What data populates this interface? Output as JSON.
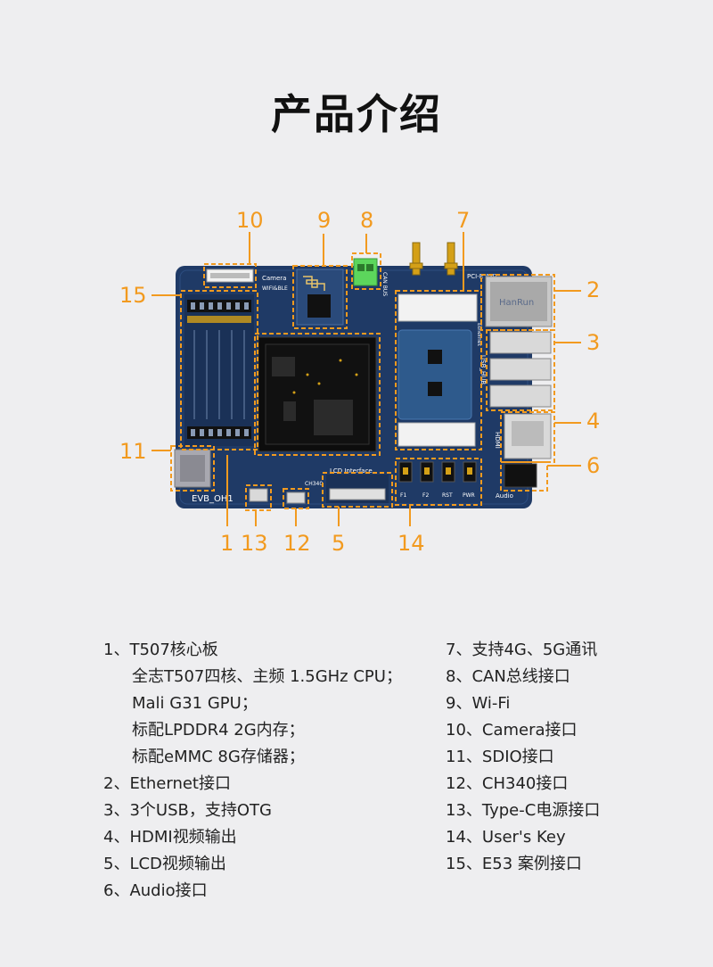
{
  "title": "产品介绍",
  "callouts": [
    {
      "num": "10"
    },
    {
      "num": "9"
    },
    {
      "num": "8"
    },
    {
      "num": "7"
    },
    {
      "num": "15"
    },
    {
      "num": "2"
    },
    {
      "num": "3"
    },
    {
      "num": "4"
    },
    {
      "num": "11"
    },
    {
      "num": "6"
    },
    {
      "num": "1"
    },
    {
      "num": "13"
    },
    {
      "num": "12"
    },
    {
      "num": "5"
    },
    {
      "num": "14"
    }
  ],
  "board": {
    "model": "EVB_OH1",
    "labels": {
      "camera": "Camera",
      "wifi": "WIFI&BLE",
      "can_bus": "CAN BUS",
      "pcie_ant": "PCI-E ANT",
      "ethernet": "Ethernet",
      "usb_hub": "USB_HUB",
      "hdmi": "HDMI",
      "lcd": "LCD Interface",
      "audio": "Audio",
      "f1": "F1",
      "f2": "F2",
      "rst": "RST",
      "pwr": "PWR",
      "hanrun": "HanRun",
      "ch340": "CH340"
    }
  },
  "features_left": [
    {
      "index": "1、",
      "text": "T507核心板"
    },
    {
      "index": "",
      "text": "全志T507四核、主频 1.5GHz CPU；"
    },
    {
      "index": "",
      "text": "Mali G31 GPU；"
    },
    {
      "index": "",
      "text": "标配LPDDR4 2G内存；"
    },
    {
      "index": "",
      "text": "标配eMMC 8G存储器；"
    },
    {
      "index": "2、",
      "text": "Ethernet接口"
    },
    {
      "index": "3、",
      "text": "3个USB，支持OTG"
    },
    {
      "index": "4、",
      "text": "HDMI视频输出"
    },
    {
      "index": "5、",
      "text": "LCD视频输出"
    },
    {
      "index": "6、",
      "text": "Audio接口"
    }
  ],
  "features_right": [
    {
      "index": "7、",
      "text": "支持4G、5G通讯"
    },
    {
      "index": "8、",
      "text": "CAN总线接口"
    },
    {
      "index": "9、",
      "text": "Wi-Fi"
    },
    {
      "index": "10、",
      "text": "Camera接口"
    },
    {
      "index": "11、",
      "text": "SDIO接口"
    },
    {
      "index": "12、",
      "text": "CH340接口"
    },
    {
      "index": "13、",
      "text": "Type-C电源接口"
    },
    {
      "index": "14、",
      "text": "User's Key"
    },
    {
      "index": "15、",
      "text": "E53 案例接口"
    }
  ],
  "colors": {
    "accent": "#f29a1f",
    "pcb": "#1f3a66",
    "pcb_dark": "#14284a",
    "text": "#222222"
  }
}
